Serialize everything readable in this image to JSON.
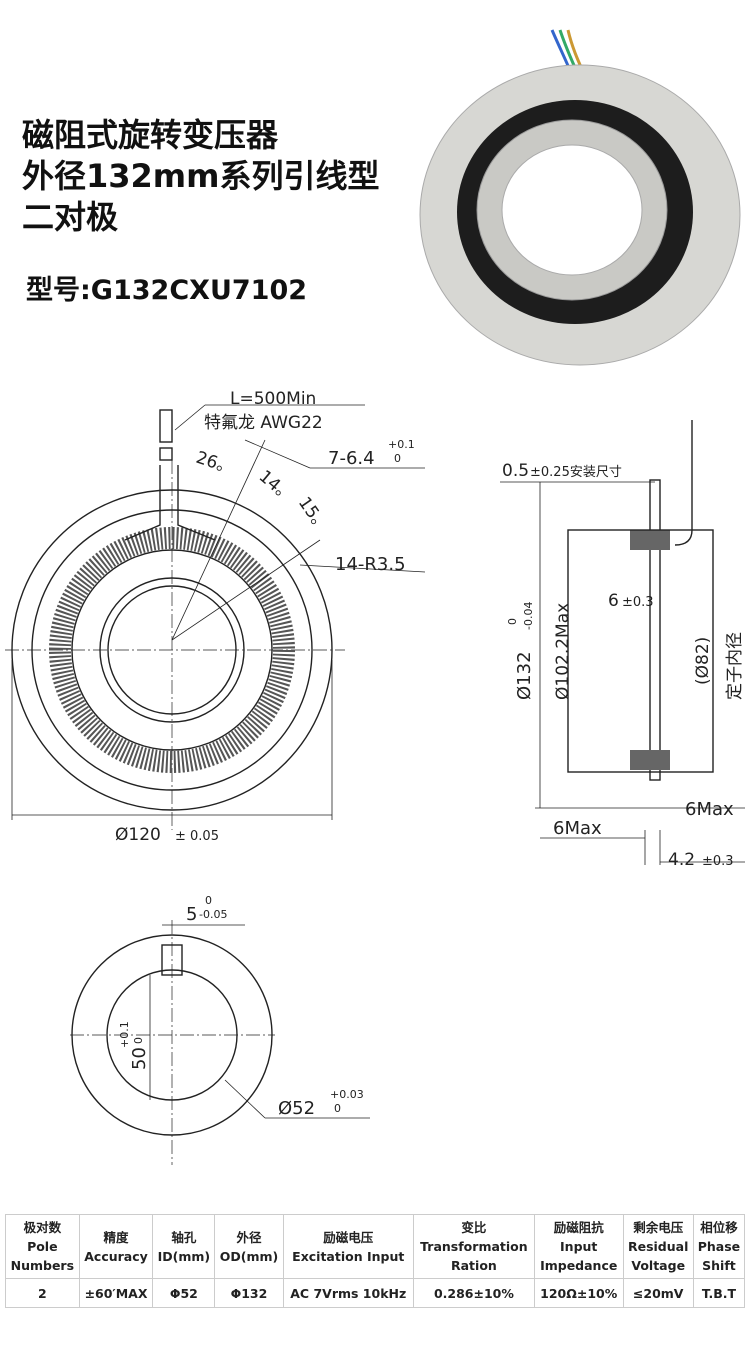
{
  "header": {
    "title_lines": [
      "磁阻式旋转变压器",
      "外径132mm系列引线型",
      "二对极"
    ],
    "model": "型号:G132CXU7102"
  },
  "front_view": {
    "lead_length": "L=500Min",
    "wire": "特氟龙 AWG22",
    "angle1": "26。",
    "angle2": "14。",
    "angle3": "15。",
    "holes": "7-6.4",
    "holes_tol_upper": "+0.1",
    "holes_tol_lower": "0",
    "slots": "14-R3.5",
    "od": "Ø120",
    "od_tol": "± 0.05"
  },
  "side_view": {
    "install": "0.5",
    "install_tol": "±0.25安装尺寸",
    "od": "Ø132",
    "od_tol_upper": "0",
    "od_tol_lower": "-0.04",
    "max_d": "Ø102.2Max",
    "thickness": "6",
    "thickness_tol": "±0.3",
    "inner": "(Ø82)",
    "inner_label": "定子内径",
    "max1": "6Max",
    "max2": "6Max",
    "lead": "4.2",
    "lead_tol": "±0.3"
  },
  "rotor_view": {
    "key": "5",
    "key_tol_upper": "0",
    "key_tol_lower": "-0.05",
    "key_depth": "50",
    "key_depth_tol_upper": "+0.1",
    "key_depth_tol_lower": "0",
    "id": "Ø52",
    "id_tol_upper": "+0.03",
    "id_tol_lower": "0"
  },
  "spec_table": {
    "headers": [
      [
        "极对数",
        "Pole",
        "Numbers"
      ],
      [
        "精度",
        "Accuracy"
      ],
      [
        "轴孔",
        "ID(mm)"
      ],
      [
        "外径",
        "OD(mm)"
      ],
      [
        "励磁电压",
        "Excitation Input"
      ],
      [
        "变比",
        "Transformation",
        "Ration"
      ],
      [
        "励磁阻抗",
        "Input",
        "Impedance"
      ],
      [
        "剩余电压",
        "Residual",
        "Voltage"
      ],
      [
        "相位移",
        "Phase",
        "Shift"
      ]
    ],
    "values": [
      "2",
      "±60′MAX",
      "Φ52",
      "Φ132",
      "AC 7Vrms 10kHz",
      "0.286±10%",
      "120Ω±10%",
      "≤20mV",
      "T.B.T"
    ]
  }
}
